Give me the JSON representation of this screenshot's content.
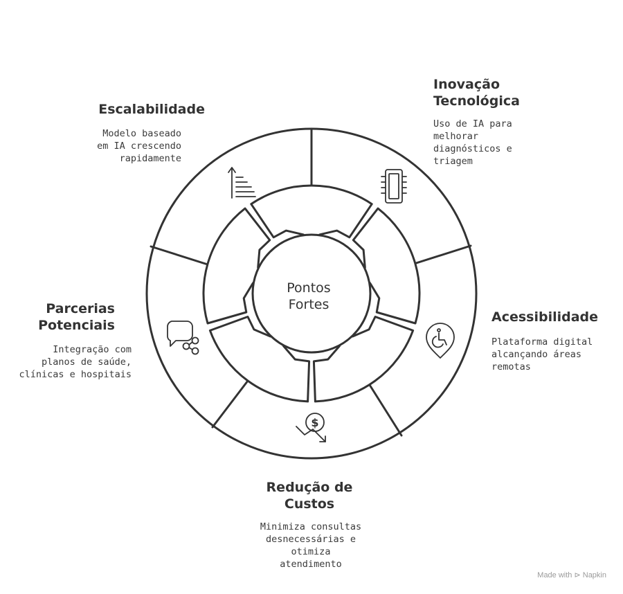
{
  "center": {
    "line1": "Pontos",
    "line2": "Fortes"
  },
  "sections": {
    "escalabilidade": {
      "title": [
        "Escalabilidade"
      ],
      "body": [
        "Modelo baseado",
        "em IA crescendo",
        "rapidamente"
      ],
      "icon": "growth-chart-icon"
    },
    "inovacao": {
      "title": [
        "Inovação",
        "Tecnológica"
      ],
      "body": [
        "Uso de IA para",
        "melhorar",
        "diagnósticos e",
        "triagem"
      ],
      "icon": "chip-icon"
    },
    "acessibilidade": {
      "title": [
        "Acessibilidade"
      ],
      "body": [
        "Plataforma digital",
        "alcançando áreas",
        "remotas"
      ],
      "icon": "wheelchair-location-icon"
    },
    "reducao": {
      "title": [
        "Redução de",
        "Custos"
      ],
      "body": [
        "Minimiza consultas",
        "desnecessárias e",
        "otimiza",
        "atendimento"
      ],
      "icon": "dollar-down-icon"
    },
    "parcerias": {
      "title": [
        "Parcerias",
        "Potenciais"
      ],
      "body": [
        "Integração com",
        "planos de saúde,",
        "clínicas e hospitais"
      ],
      "icon": "chat-share-icon"
    }
  },
  "watermark": "Made with ⊳ Napkin"
}
